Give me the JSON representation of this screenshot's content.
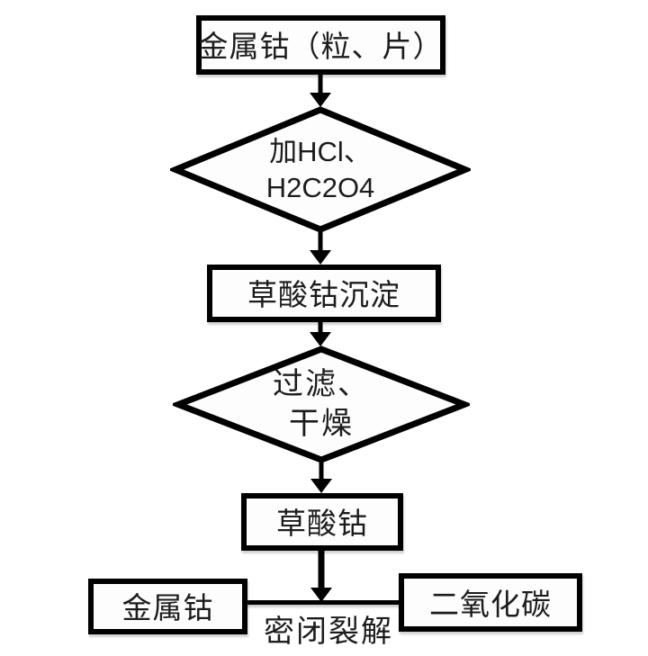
{
  "flowchart": {
    "nodes": {
      "metal_cobalt_input": {
        "label": "金属钴（粒、片）"
      },
      "add_reagents": {
        "line1": "加HCl、",
        "line2": "H2C2O4"
      },
      "oxalate_precipitate": {
        "label": "草酸钴沉淀"
      },
      "filter_dry": {
        "line1": "过滤、",
        "line2": "干燥"
      },
      "cobalt_oxalate": {
        "label": "草酸钴"
      },
      "metal_cobalt_product": {
        "label": "金属钴"
      },
      "carbon_dioxide": {
        "label": "二氧化碳"
      },
      "pyrolysis_step": {
        "label": "密闭裂解"
      }
    },
    "colors": {
      "stroke": "#000000",
      "background": "#ffffff",
      "text": "#1c1c1c"
    }
  }
}
